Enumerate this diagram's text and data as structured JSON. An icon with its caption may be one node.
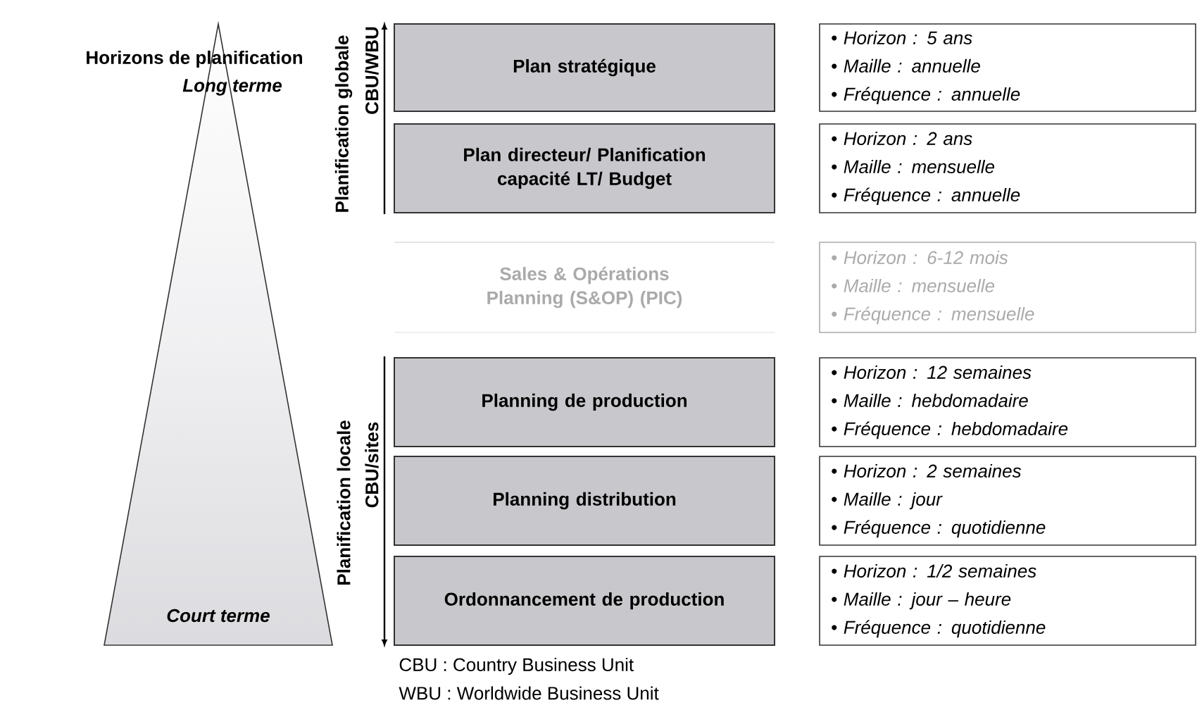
{
  "diagram": {
    "nodes": [
      {
        "text": [
          "Horizons de planification",
          "Long terme",
          "Court terme"
        ]
      },
      {
        "text": [
          "Plan stratégique"
        ]
      },
      {
        "text": [
          "Plan directeur/ Planification capacité LT/ Budget"
        ]
      },
      {
        "text": [
          "Sales & Opérations Planning (S&OP) (PIC)"
        ]
      },
      {
        "text": [
          "Planning de production"
        ]
      },
      {
        "text": [
          "Planning distribution"
        ]
      },
      {
        "text": [
          "Ordonnancement de production"
        ]
      },
      {
        "text": [
          "• Horizon : 5 ans",
          "• Maille : annuelle",
          "• Fréquence : annuelle"
        ]
      },
      {
        "text": [
          "• Horizon : 2 ans",
          "• Maille : mensuelle",
          "• Fréquence : annuelle"
        ]
      },
      {
        "text": [
          "• Horizon : 6-12 mois",
          "• Maille : mensuelle",
          "• Fréquence : mensuelle"
        ]
      },
      {
        "text": [
          "• Horizon : 12 semaines",
          "• Maille : hebdomadaire",
          "• Fréquence : hebdomadaire"
        ]
      },
      {
        "text": [
          "• Horizon : 2 semaines",
          "• Maille : jour",
          "• Fréquence : quotidienne"
        ]
      },
      {
        "text": [
          "• Horizon : 1/2 semaines",
          "• Maille : jour – heure",
          "• Fréquence : quotidienne"
        ]
      }
    ],
    "labels": [
      "Planification globale",
      "CBU/WBU",
      "Planification locale",
      "CBU/sites",
      "CBU : Country Business Unit",
      "WBU : Worldwide Business Unit"
    ]
  }
}
